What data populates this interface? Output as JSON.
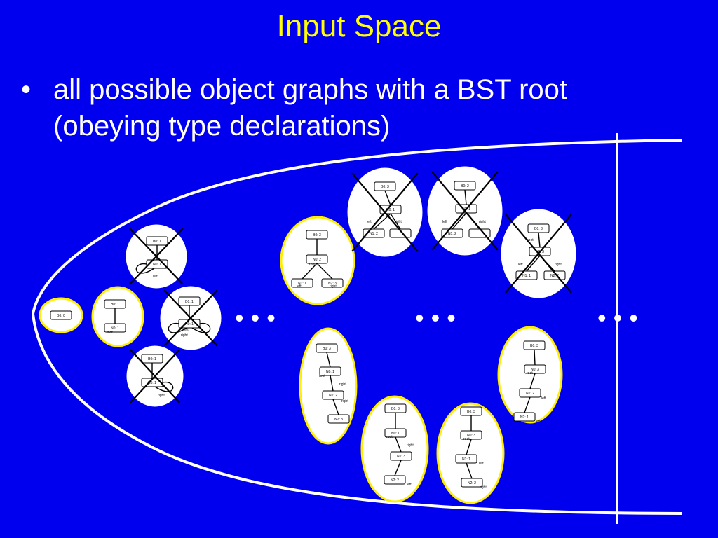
{
  "title": "Input Space",
  "bullet": {
    "symbol": "•",
    "text": "all possible object graphs with a BST root (obeying type declarations)"
  },
  "colors": {
    "background": "#0000ee",
    "title": "#ffff00",
    "valid_ring": "#ffee00",
    "invalid_ring": "#ffffff",
    "boundary": "#ffffff"
  },
  "ellipsis": [
    "• • •",
    "• • •",
    "• • •"
  ],
  "graphs": [
    {
      "id": "g1",
      "valid": true,
      "nodes": [
        "B0: 0"
      ],
      "edge_labels": []
    },
    {
      "id": "g2",
      "valid": true,
      "nodes": [
        "B0: 1",
        "N0: 1"
      ],
      "edge_labels": [
        "root"
      ]
    },
    {
      "id": "g3",
      "valid": false,
      "nodes": [
        "B0: 1",
        "N0: 1"
      ],
      "edge_labels": [
        "left"
      ]
    },
    {
      "id": "g4",
      "valid": false,
      "nodes": [
        "B0: 1",
        "N0: 1"
      ],
      "edge_labels": [
        "left",
        "right"
      ]
    },
    {
      "id": "g5",
      "valid": false,
      "nodes": [
        "B0: 1",
        "N0: 1"
      ],
      "edge_labels": [
        "right"
      ]
    },
    {
      "id": "g6",
      "valid": true,
      "nodes": [
        "B0: 3",
        "N0: 2",
        "N1: 1",
        "N2: 3"
      ],
      "edge_labels": [
        "root",
        "left",
        "right"
      ]
    },
    {
      "id": "g7",
      "valid": false,
      "nodes": [
        "B0: 3",
        "N0: 1",
        "N1: 2"
      ],
      "edge_labels": [
        "left",
        "right"
      ]
    },
    {
      "id": "g8",
      "valid": false,
      "nodes": [
        "B0: 2",
        "N0: 1",
        "N1: 2"
      ],
      "edge_labels": [
        "left",
        "right"
      ]
    },
    {
      "id": "g9",
      "valid": false,
      "nodes": [
        "B0: 3",
        "N0: 3",
        "N1: 1",
        "N2: 2"
      ],
      "edge_labels": [
        "root",
        "left",
        "right"
      ]
    },
    {
      "id": "g10",
      "valid": true,
      "nodes": [
        "B0: 3",
        "N0: 1",
        "N1: 2",
        "N2: 3"
      ],
      "edge_labels": [
        "root",
        "right",
        "right"
      ]
    },
    {
      "id": "g11",
      "valid": true,
      "nodes": [
        "B0: 3",
        "N0: 1",
        "N1: 3",
        "N2: 2"
      ],
      "edge_labels": [
        "root",
        "right",
        "left"
      ]
    },
    {
      "id": "g12",
      "valid": true,
      "nodes": [
        "B0: 3",
        "N0: 3",
        "N1: 1",
        "N2: 2"
      ],
      "edge_labels": [
        "root",
        "left",
        "right"
      ]
    },
    {
      "id": "g13",
      "valid": true,
      "nodes": [
        "B0: 3",
        "N0: 3",
        "N1: 2",
        "N2: 1"
      ],
      "edge_labels": [
        "root",
        "left",
        "left"
      ]
    }
  ]
}
